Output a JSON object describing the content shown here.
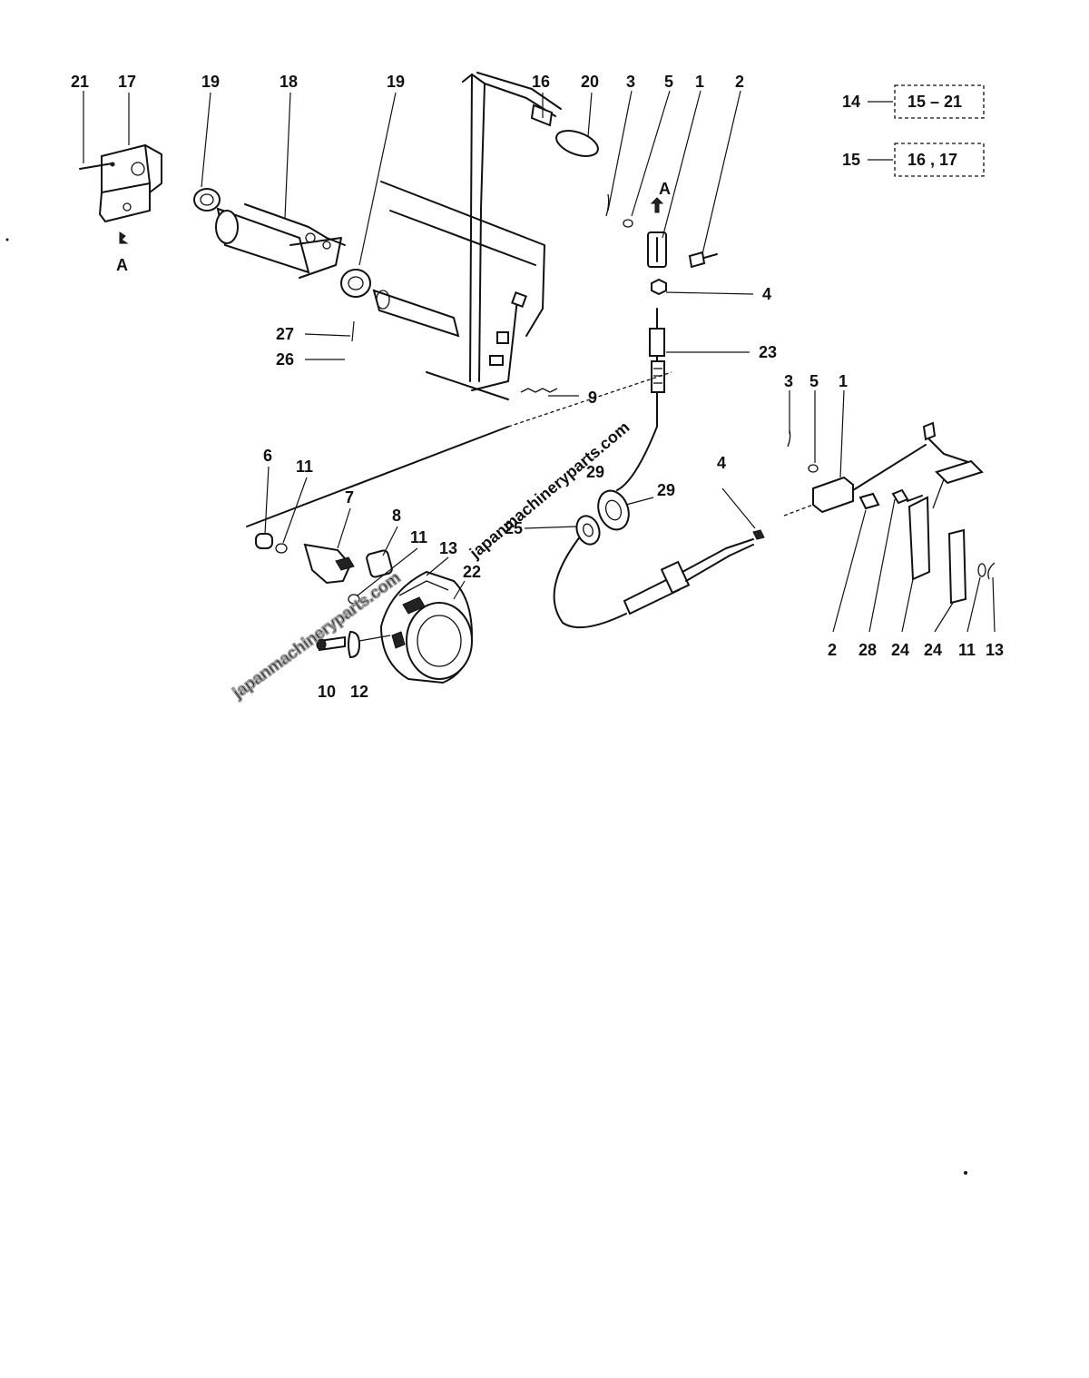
{
  "watermark": {
    "primary": "japanmachineryparts.com",
    "secondary": "japanmachineryparts.com"
  },
  "detail_marker": "A",
  "legend": [
    {
      "ref": "14",
      "group": "15 – 21"
    },
    {
      "ref": "15",
      "group": "16 , 17"
    }
  ],
  "callouts": [
    {
      "id": "c21a",
      "text": "21"
    },
    {
      "id": "c17a",
      "text": "17"
    },
    {
      "id": "c19a",
      "text": "19"
    },
    {
      "id": "c18",
      "text": "18"
    },
    {
      "id": "c19b",
      "text": "19"
    },
    {
      "id": "c16",
      "text": "16"
    },
    {
      "id": "c20",
      "text": "20"
    },
    {
      "id": "c3a",
      "text": "3"
    },
    {
      "id": "c5a",
      "text": "5"
    },
    {
      "id": "c1a",
      "text": "1"
    },
    {
      "id": "c2a",
      "text": "2"
    },
    {
      "id": "c4a",
      "text": "4"
    },
    {
      "id": "c27",
      "text": "27"
    },
    {
      "id": "c26",
      "text": "26"
    },
    {
      "id": "c23",
      "text": "23"
    },
    {
      "id": "c9",
      "text": "9"
    },
    {
      "id": "c3b",
      "text": "3"
    },
    {
      "id": "c5b",
      "text": "5"
    },
    {
      "id": "c1b",
      "text": "1"
    },
    {
      "id": "c6",
      "text": "6"
    },
    {
      "id": "c11a",
      "text": "11"
    },
    {
      "id": "c7",
      "text": "7"
    },
    {
      "id": "c8",
      "text": "8"
    },
    {
      "id": "c11b",
      "text": "11"
    },
    {
      "id": "c13a",
      "text": "13"
    },
    {
      "id": "c22",
      "text": "22"
    },
    {
      "id": "c29a",
      "text": "29"
    },
    {
      "id": "c29b",
      "text": "29"
    },
    {
      "id": "c25",
      "text": "25"
    },
    {
      "id": "c4b",
      "text": "4"
    },
    {
      "id": "c10",
      "text": "10"
    },
    {
      "id": "c12",
      "text": "12"
    },
    {
      "id": "c2b",
      "text": "2"
    },
    {
      "id": "c28",
      "text": "28"
    },
    {
      "id": "c24a",
      "text": "24"
    },
    {
      "id": "c24b",
      "text": "24"
    },
    {
      "id": "c11c",
      "text": "11"
    },
    {
      "id": "c13b",
      "text": "13"
    }
  ]
}
